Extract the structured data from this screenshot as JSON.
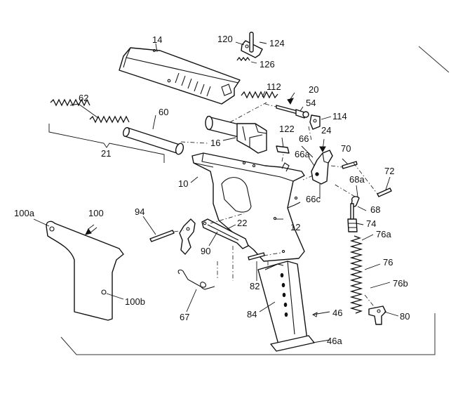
{
  "labels": {
    "l14": "14",
    "l120": "120",
    "l124": "124",
    "l126": "126",
    "l112": "112",
    "l20": "20",
    "l54": "54",
    "l114": "114",
    "l62": "62",
    "l60": "60",
    "l21": "21",
    "l16": "16",
    "l122": "122",
    "l66": "66",
    "l24": "24",
    "l66a": "66a",
    "l70": "70",
    "l72": "72",
    "l10": "10",
    "l66c": "66c",
    "l68a": "68a",
    "l68": "68",
    "l74": "74",
    "l76a": "76a",
    "l100a": "100a",
    "l100": "100",
    "l94": "94",
    "l22": "22",
    "l12": "12",
    "l90": "90",
    "l76": "76",
    "l76b": "76b",
    "l82": "82",
    "l100b": "100b",
    "l46": "46",
    "l80": "80",
    "l67": "67",
    "l84": "84",
    "l46a": "46a"
  }
}
